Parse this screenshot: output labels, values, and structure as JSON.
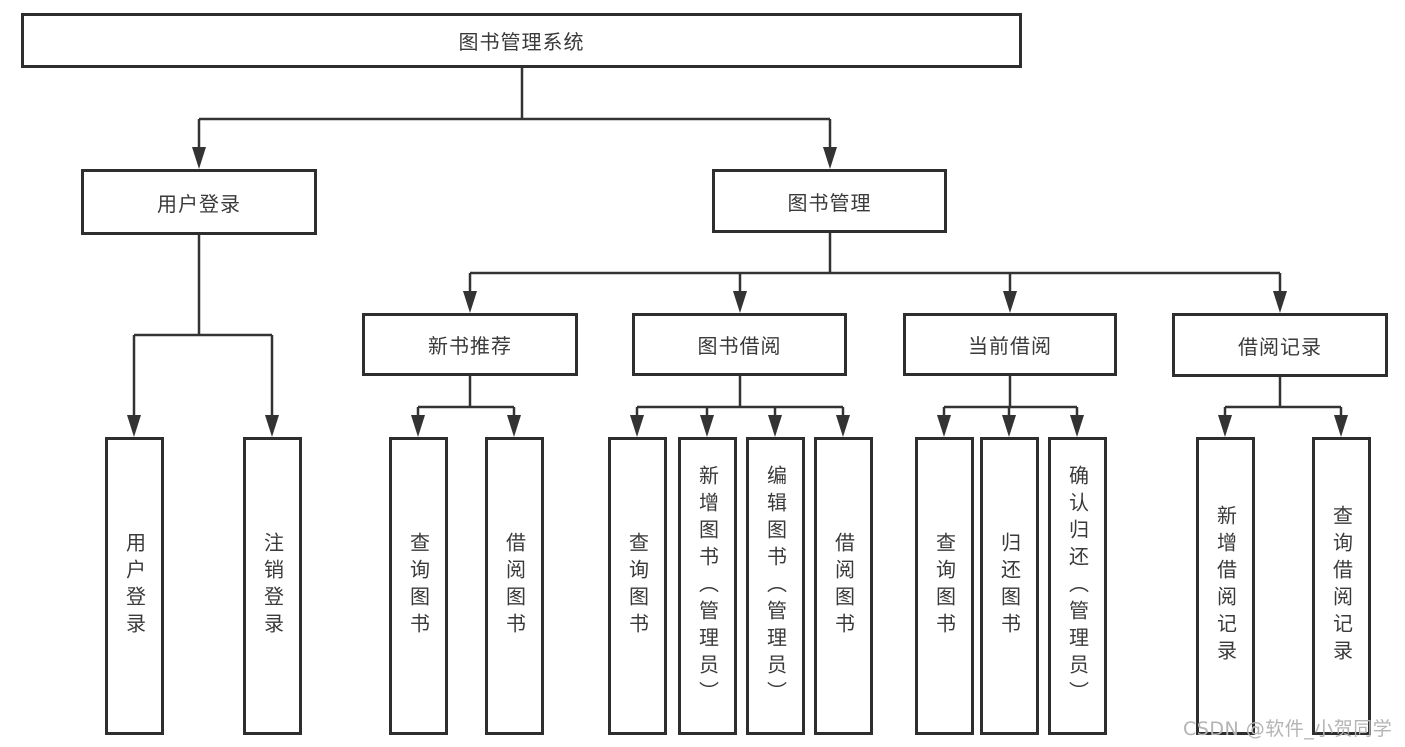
{
  "diagram": {
    "root": {
      "label": "图书管理系统"
    },
    "branches": [
      {
        "label": "用户登录",
        "leaves": [
          "用户登录",
          "注销登录"
        ]
      },
      {
        "label": "图书管理",
        "children": [
          {
            "label": "新书推荐",
            "leaves": [
              "查询图书",
              "借阅图书"
            ]
          },
          {
            "label": "图书借阅",
            "leaves": [
              "查询图书",
              "新增图书（管理员）",
              "编辑图书（管理员）",
              "借阅图书"
            ]
          },
          {
            "label": "当前借阅",
            "leaves": [
              "查询图书",
              "归还图书",
              "确认归还（管理员）"
            ]
          },
          {
            "label": "借阅记录",
            "leaves": [
              "新增借阅记录",
              "查询借阅记录"
            ]
          }
        ]
      }
    ]
  },
  "watermark": {
    "text": "CSDN @软件_小贺同学"
  },
  "colors": {
    "line": "#333333",
    "box_border": "#2e2e2e",
    "text": "#3a3a3a",
    "watermark": "#b4b4b4",
    "background": "#ffffff"
  }
}
